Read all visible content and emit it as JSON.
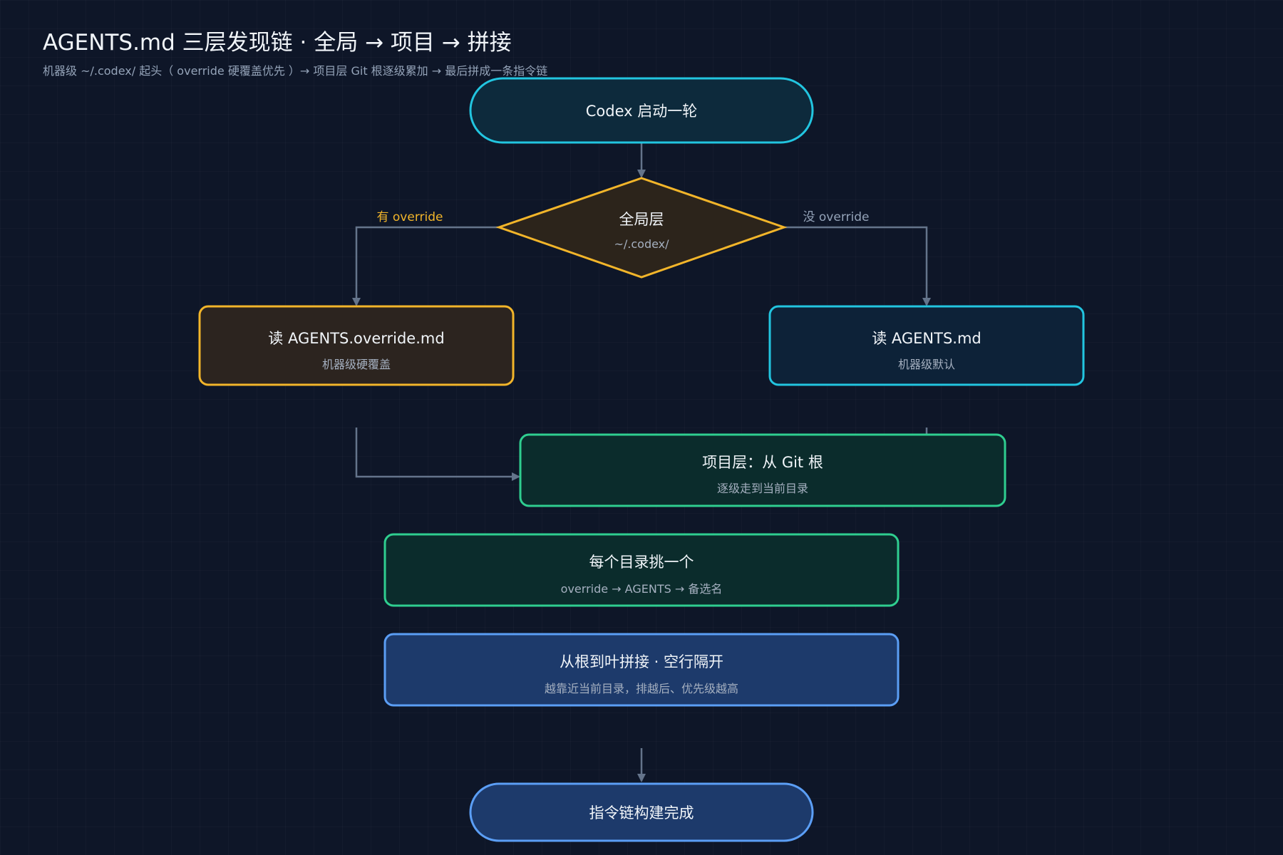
{
  "header": {
    "title": "AGENTS.md 三层发现链 · 全局 → 项目 → 拼接",
    "subtitle": "机器级 ~/.codex/ 起头（ override 硬覆盖优先 ）→ 项目层 Git 根逐级累加 → 最后拼成一条指令链"
  },
  "nodes": {
    "start": {
      "title": "Codex 启动一轮"
    },
    "global": {
      "title": "全局层",
      "sub": "~/.codex/"
    },
    "override_read": {
      "title": "读 AGENTS.override.md",
      "sub": "机器级硬覆盖"
    },
    "default_read": {
      "title": "读 AGENTS.md",
      "sub": "机器级默认"
    },
    "project": {
      "title": "项目层：从 Git 根",
      "sub": "逐级走到当前目录"
    },
    "pick": {
      "title": "每个目录挑一个",
      "sub": "override → AGENTS → 备选名"
    },
    "concat": {
      "title": "从根到叶拼接 · 空行隔开",
      "sub": "越靠近当前目录，排越后、优先级越高"
    },
    "done": {
      "title": "指令链构建完成"
    }
  },
  "edges": {
    "has_override": "有 override",
    "no_override": "没 override"
  },
  "colors": {
    "background": "#0e1628",
    "cyan": "#22c5e0",
    "amber": "#f2b52a",
    "green": "#2fce90",
    "blue": "#5b9ef5",
    "arrow": "#64748b"
  }
}
